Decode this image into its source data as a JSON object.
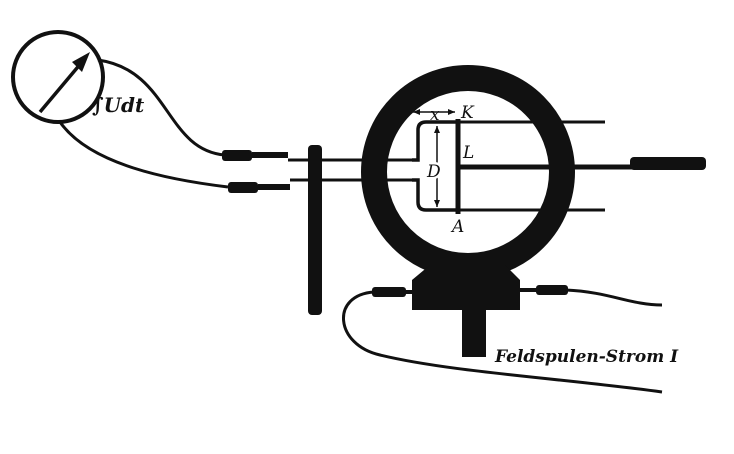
{
  "diagram": {
    "meter_label": "∫Udt",
    "labels": {
      "x": "x",
      "K": "K",
      "L": "L",
      "D": "D",
      "A": "A"
    },
    "field_current_label": "Feldspulen-Strom I",
    "colors": {
      "ink": "#111111",
      "paper": "#ffffff"
    }
  }
}
